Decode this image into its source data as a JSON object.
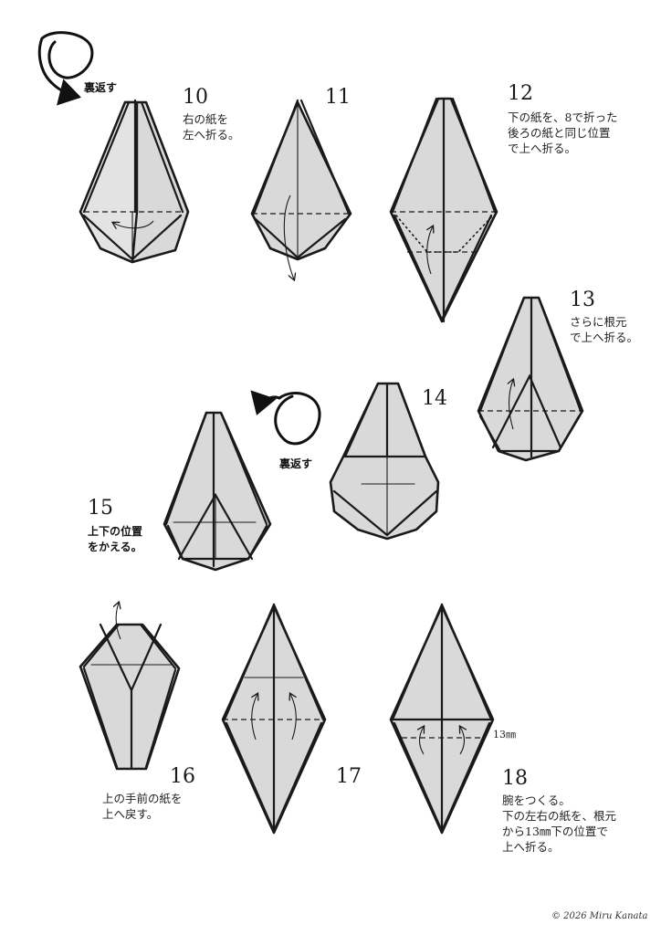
{
  "steps": [
    {
      "number": "10",
      "caption": [
        "右の紙を",
        "左へ折る。"
      ]
    },
    {
      "number": "11",
      "caption": []
    },
    {
      "number": "12",
      "caption": [
        "下の紙を、8で折った",
        "後ろの紙と同じ位置",
        "で上へ折る。"
      ]
    },
    {
      "number": "13",
      "caption": [
        "さらに根元",
        "で上へ折る。"
      ]
    },
    {
      "number": "14",
      "caption": []
    },
    {
      "number": "15",
      "caption": [
        "上下の位置",
        "をかえる。"
      ]
    },
    {
      "number": "16",
      "caption": [
        "上の手前の紙を",
        "上へ戻す。"
      ]
    },
    {
      "number": "17",
      "caption": []
    },
    {
      "number": "18",
      "caption": [
        "腕をつくる。",
        "下の左右の紙を、根元",
        "から13㎜下の位置で",
        "上へ折る。"
      ]
    }
  ],
  "turn_over_labels": [
    "裏返す",
    "裏返す"
  ],
  "measurement": "13㎜",
  "copyright": "© 2026 Miru Kanata",
  "icons": [
    "turn-over-arrow-icon",
    "fold-arrow-icon"
  ]
}
